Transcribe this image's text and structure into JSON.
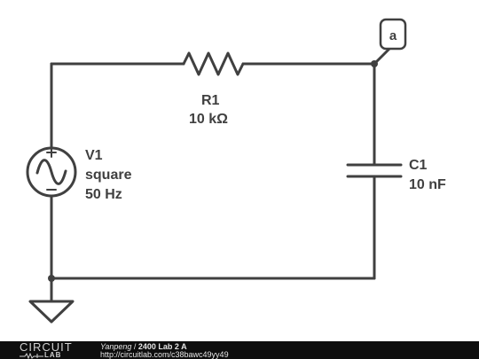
{
  "colors": {
    "wire": "#404040",
    "text": "#404040",
    "footer_bg": "#0e0e0e",
    "footer_text": "#e6e6e6"
  },
  "schematic": {
    "resistor": {
      "name": "R1",
      "value": "10 kΩ"
    },
    "source": {
      "name": "V1",
      "type": "square",
      "frequency": "50 Hz"
    },
    "capacitor": {
      "name": "C1",
      "value": "10 nF"
    },
    "probe": {
      "label": "a"
    }
  },
  "footer": {
    "logo_top": "CIRCUIT",
    "logo_bottom": "LAB",
    "author": "Yanpeng",
    "separator": " / ",
    "title": "2400 Lab 2 A",
    "url": "http://circuitlab.com/c38bawc49yy49"
  }
}
